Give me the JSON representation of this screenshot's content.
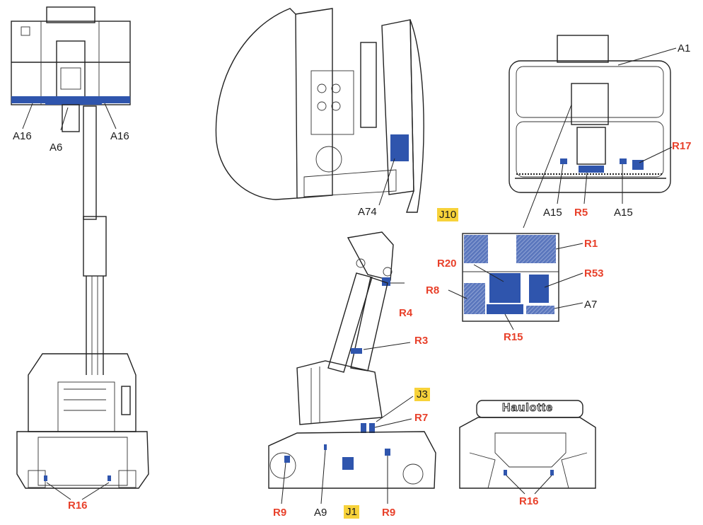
{
  "labels": {
    "a16_left": "A16",
    "a6": "A6",
    "a16_right": "A16",
    "r16_front": "R16",
    "a74": "A74",
    "a1": "A1",
    "r17": "R17",
    "a15_left": "A15",
    "r5": "R5",
    "a15_right": "A15",
    "j10": "J10",
    "r1": "R1",
    "r20": "R20",
    "r53": "R53",
    "r8": "R8",
    "a7": "A7",
    "r15": "R15",
    "r4": "R4",
    "r3": "R3",
    "j3": "J3",
    "r7": "R7",
    "r9_left": "R9",
    "a9": "A9",
    "j1": "J1",
    "r9_right": "R9",
    "r16_rear": "R16"
  },
  "brand": {
    "logo_text": "Haulotte"
  },
  "colors": {
    "decal": "#2f55ad",
    "label_red": "#e8402a",
    "label_highlight": "#f7d23a",
    "line": "#222222"
  }
}
